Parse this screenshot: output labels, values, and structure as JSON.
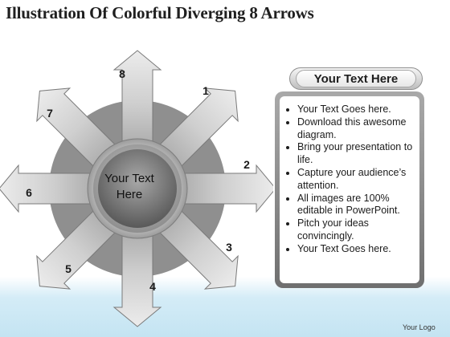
{
  "title": "Illustration Of Colorful Diverging 8 Arrows",
  "diagram": {
    "center_text_line1": "Your Text",
    "center_text_line2": "Here",
    "arrows": [
      {
        "label": "1"
      },
      {
        "label": "2"
      },
      {
        "label": "3"
      },
      {
        "label": "4"
      },
      {
        "label": "5"
      },
      {
        "label": "6"
      },
      {
        "label": "7"
      },
      {
        "label": "8"
      }
    ]
  },
  "panel": {
    "header": "Your Text Here",
    "bullets": [
      "Your Text Goes here.",
      "Download this awesome diagram.",
      "Bring your presentation to life.",
      "Capture your audience’s attention.",
      "All images are 100% editable in PowerPoint.",
      "Pitch your ideas convincingly.",
      "Your Text Goes here."
    ]
  },
  "footer": {
    "logo": "Your Logo"
  },
  "colors": {
    "arrow_light": "#e8e8e8",
    "arrow_dark": "#9a9a9a",
    "hub": "#6f6f6f",
    "background_band": "#c4e4f2"
  }
}
